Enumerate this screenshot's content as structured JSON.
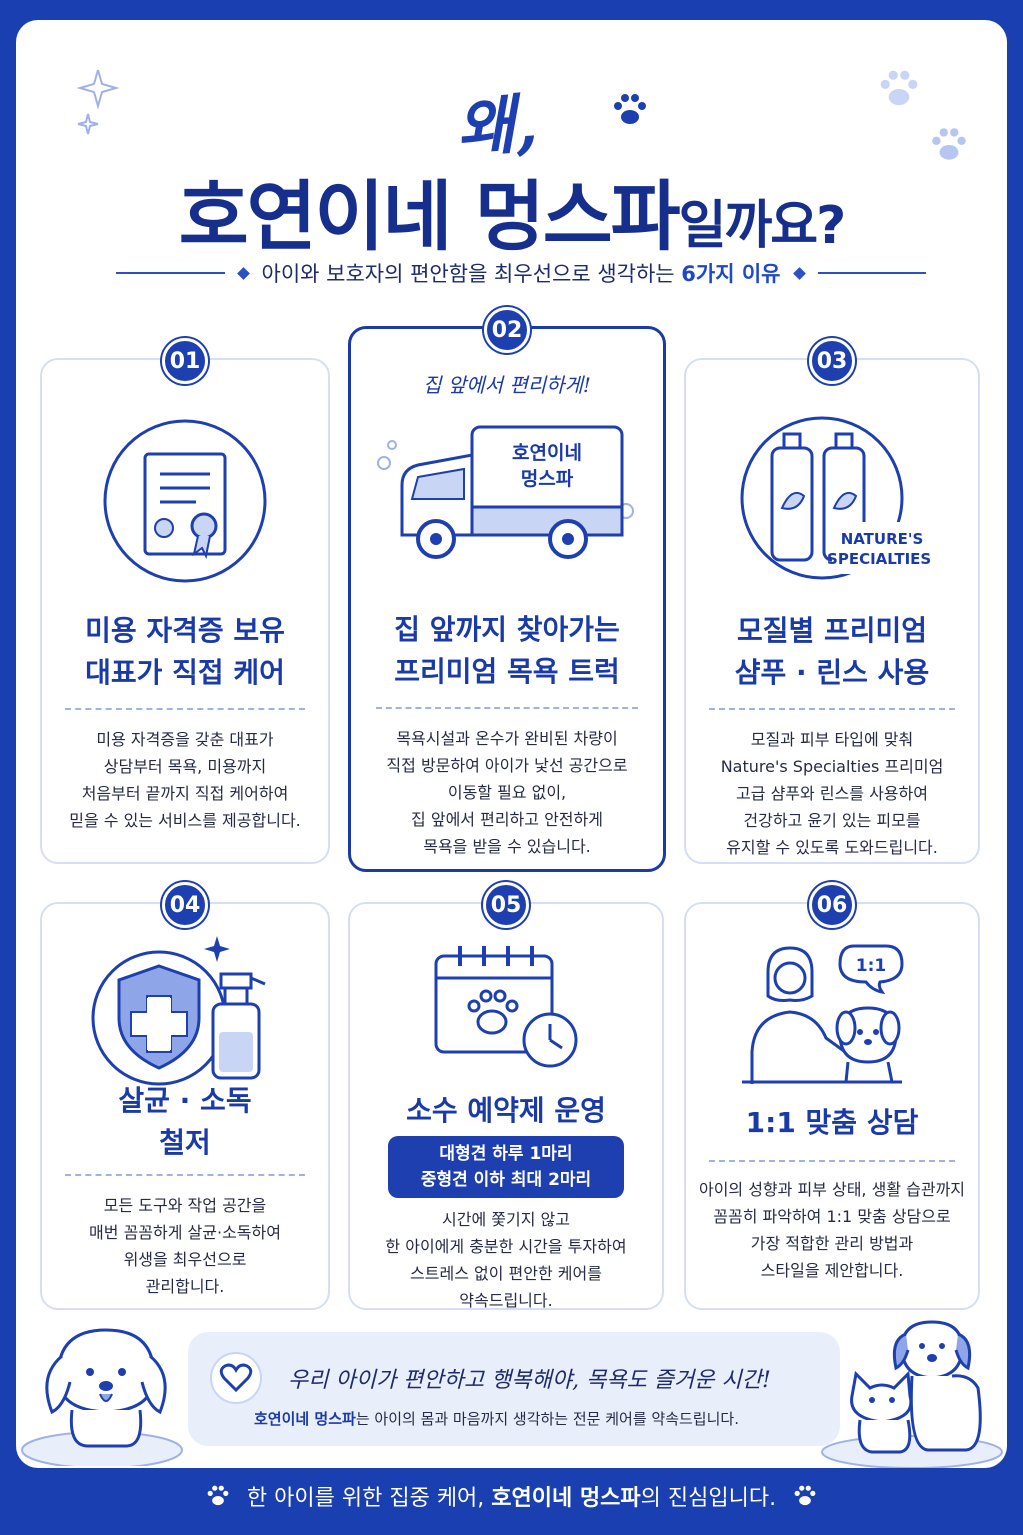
{
  "header": {
    "script": "왜,",
    "title_main": "호연이네 멍스파",
    "title_suffix": "일까요?",
    "subtitle_pre": "아이와 보호자의 편안함을 최우선으로 생각하는 ",
    "subtitle_accent": "6가지 이유"
  },
  "cards": [
    {
      "number": "01",
      "title_l1": "미용 자격증 보유",
      "title_l2": "대표가 직접 케어",
      "desc": [
        "미용 자격증을 갖춘 대표가",
        "상담부터 목욕, 미용까지",
        "처음부터 끝까지 직접 케어하여",
        "믿을 수 있는 서비스를 제공합니다."
      ],
      "icon": "certificate-icon"
    },
    {
      "number": "02",
      "script": "집 앞에서 편리하게!",
      "truck_l1": "호연이네",
      "truck_l2": "멍스파",
      "title_l1": "집 앞까지 찾아가는",
      "title_l2": "프리미엄 목욕 트럭",
      "desc": [
        "목욕시설과 온수가 완비된 차량이",
        "직접 방문하여 아이가 낯선 공간으로",
        "이동할 필요 없이,",
        "집 앞에서 편리하고 안전하게",
        "목욕을 받을 수 있습니다."
      ],
      "icon": "truck-icon"
    },
    {
      "number": "03",
      "brand_l1": "NATURE'S",
      "brand_l2": "SPECIALTIES.",
      "title_l1": "모질별 프리미엄",
      "title_l2": "샴푸 · 린스 사용",
      "desc": [
        "모질과 피부 타입에 맞춰",
        "Nature's Specialties 프리미엄",
        "고급 샴푸와 린스를 사용하여",
        "건강하고 윤기 있는 피모를",
        "유지할 수 있도록 도와드립니다."
      ],
      "icon": "shampoo-bottles-icon"
    },
    {
      "number": "04",
      "title_l1": "살균 · 소독",
      "title_l2": "철저",
      "desc": [
        "모든 도구와 작업 공간을",
        "매번 꼼꼼하게 살균·소독하여",
        "위생을 최우선으로",
        "관리합니다."
      ],
      "icon": "shield-spray-icon"
    },
    {
      "number": "05",
      "title_l1": "소수 예약제 운영",
      "pill_l1": "대형견 하루 1마리",
      "pill_l2": "중형견 이하 최대 2마리",
      "desc": [
        "시간에 쫓기지 않고",
        "한 아이에게 충분한 시간을 투자하여",
        "스트레스 없이 편안한 케어를",
        "약속드립니다."
      ],
      "icon": "calendar-clock-icon"
    },
    {
      "number": "06",
      "bubble": "1:1",
      "title_l1": "1:1 맞춤 상담",
      "desc": [
        "아이의 성향과 피부 상태, 생활 습관까지",
        "꼼꼼히 파악하여 1:1 맞춤 상담으로",
        "가장 적합한 관리 방법과",
        "스타일을 제안합니다."
      ],
      "icon": "consultation-icon"
    }
  ],
  "bottom": {
    "script": "우리 아이가 편안하고 행복해야, 목욕도 즐거운 시간!",
    "brand": "호연이네 멍스파",
    "line_rest": "는 아이의 몸과 마음까지 생각하는 전문 케어를 약속드립니다."
  },
  "footer": {
    "pre": "한 아이를 위한 집중 케어, ",
    "brand": "호연이네 멍스파",
    "post": "의 진심입니다."
  },
  "colors": {
    "primary": "#1d3fb0",
    "border": "#d5def5",
    "text": "#262b45"
  }
}
